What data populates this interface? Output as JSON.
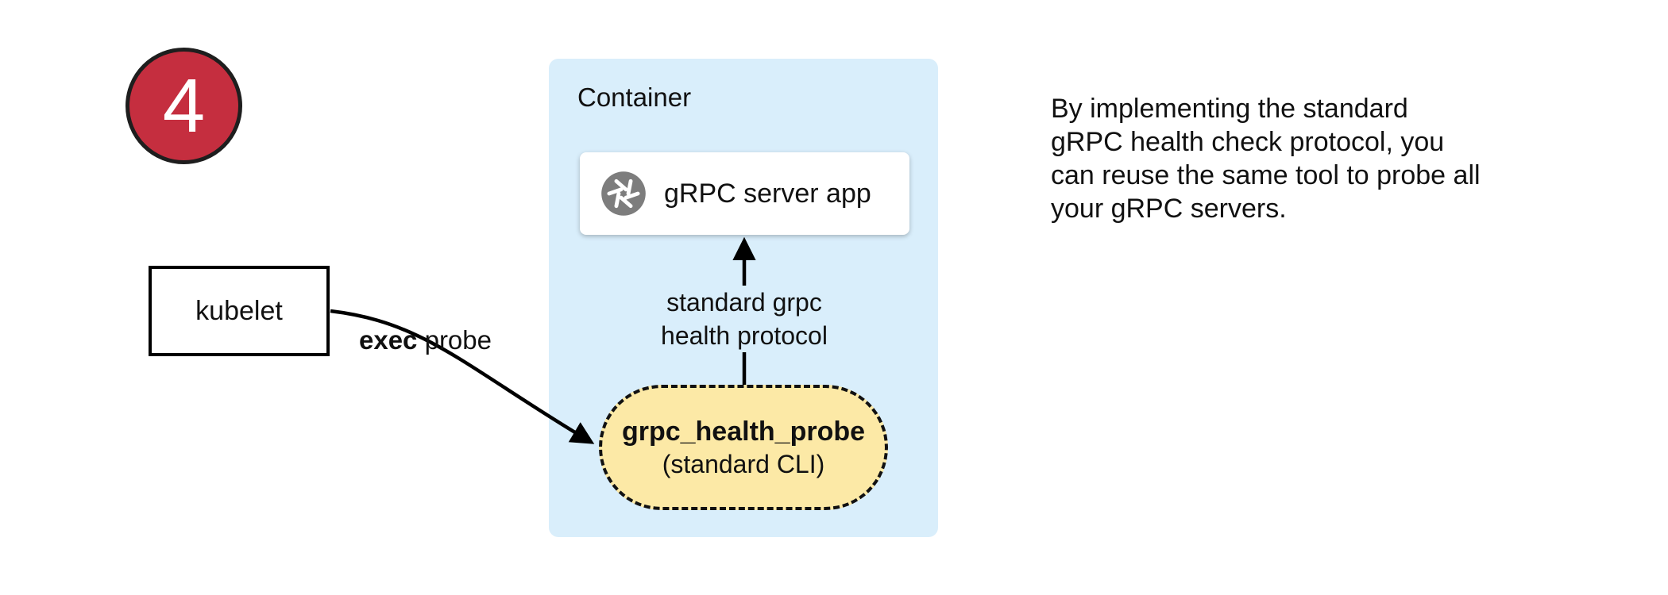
{
  "step_badge": {
    "number": "4"
  },
  "kubelet": {
    "label": "kubelet"
  },
  "exec_probe_label": {
    "bold": "exec",
    "rest": " probe"
  },
  "container": {
    "title": "Container",
    "server_card": {
      "label": "gRPC server app",
      "icon": "grpc-logo-icon"
    },
    "protocol_label": {
      "line1": "standard grpc",
      "line2": "health protocol"
    },
    "probe_pill": {
      "title": "grpc_health_probe",
      "subtitle": "(standard CLI)"
    }
  },
  "note": {
    "lines": [
      "By implementing the standard",
      "gRPC health check protocol, you",
      "can reuse the same tool to probe all",
      "your gRPC servers."
    ]
  },
  "colors": {
    "badge_red": "#c52e3f",
    "container_blue": "#d9eefb",
    "pill_yellow": "#fce9a6",
    "icon_gray": "#7d7d7d",
    "arrow_black": "#000000"
  }
}
